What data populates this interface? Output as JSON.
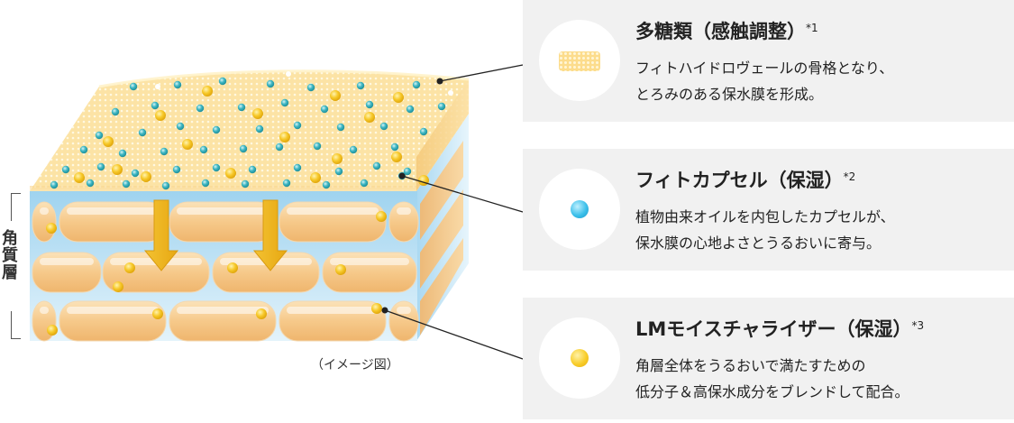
{
  "diagram": {
    "stratum_label": "角質層",
    "caption": "（イメージ図）"
  },
  "panels": [
    {
      "icon": "polysaccharide-gel-swatch",
      "title": "多糖類（感触調整）",
      "footnote": "*1",
      "desc_lines": [
        "フィトハイドロヴェールの骨格となり、",
        "とろみのある保水膜を形成。"
      ]
    },
    {
      "icon": "blue-capsule-dot",
      "title": "フィトカプセル（保湿）",
      "footnote": "*2",
      "desc_lines": [
        "植物由来オイルを内包したカプセルが、",
        "保水膜の心地よさとうるおいに寄与。"
      ]
    },
    {
      "icon": "yellow-dot",
      "title": "LMモイスチャライザー（保湿）",
      "footnote": "*3",
      "desc_lines": [
        "角層全体をうるおいで満たすための",
        "低分子＆高保水成分をブレンドして配合。"
      ]
    }
  ],
  "colors": {
    "panel_bg": "#f1f1f1",
    "gel": "#fcdc8c",
    "capsule_blue": "#3cc0ea",
    "moisturizer_yellow": "#f8cd2a",
    "cell_orange": "#f6c98a",
    "intercellular_blue": "#bfe3f5"
  }
}
